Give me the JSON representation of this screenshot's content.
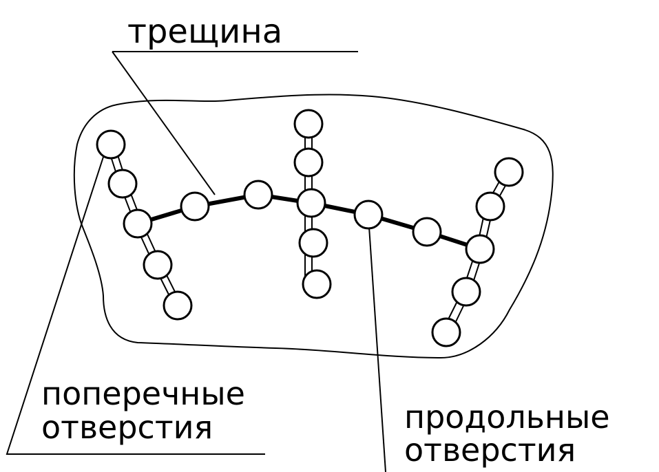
{
  "labels": {
    "crack": "трещина",
    "transverse_line1": "поперечные",
    "transverse_line2": "отверстия",
    "longitudinal_line1": "продольные",
    "longitudinal_line2": "отверстия"
  },
  "colors": {
    "ink": "#000000",
    "background": "#ffffff",
    "hole_fill": "#ffffff"
  }
}
